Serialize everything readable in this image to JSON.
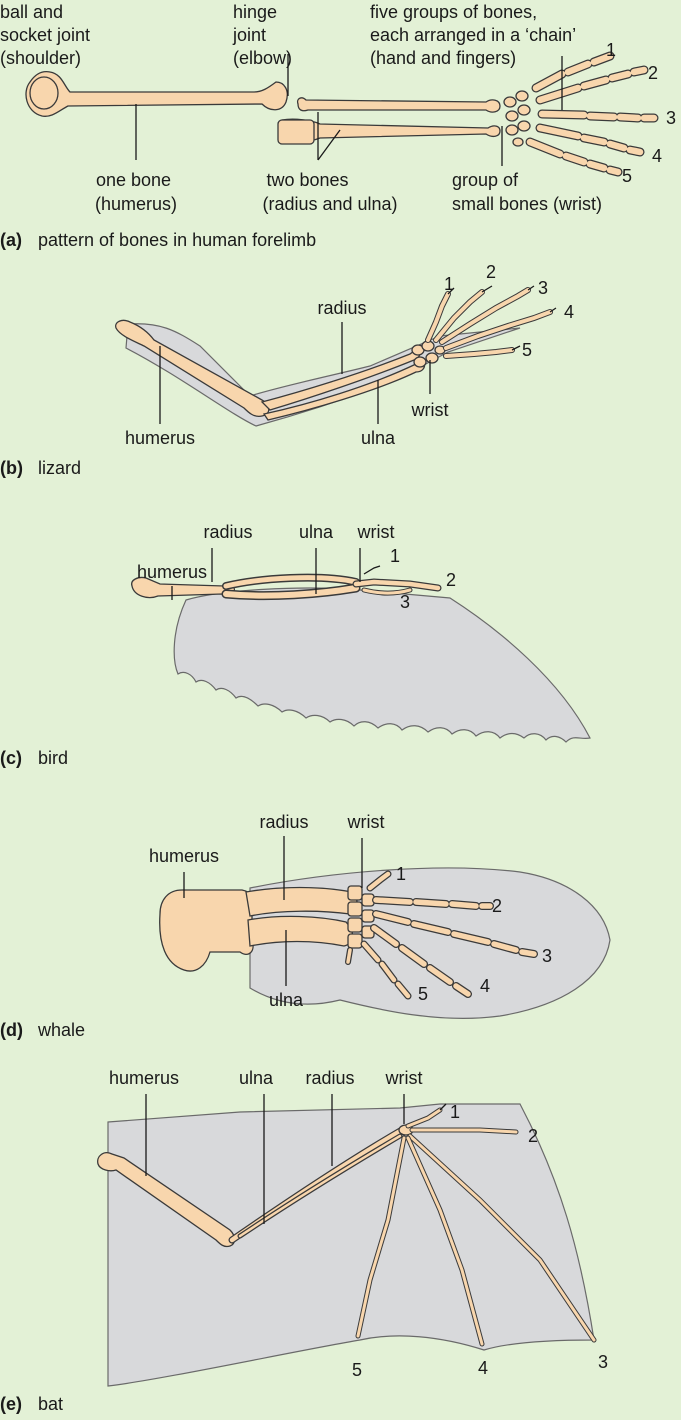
{
  "panel_a": {
    "label_ball_socket": [
      "ball and",
      "socket joint",
      "(shoulder)"
    ],
    "label_hinge": [
      "hinge",
      "joint",
      "(elbow)"
    ],
    "label_five_groups": [
      "five groups of bones,",
      "each arranged in a ‘chain’",
      "(hand and fingers)"
    ],
    "label_one_bone": [
      "one bone",
      "(humerus)"
    ],
    "label_two_bones": [
      "two bones",
      "(radius and ulna)"
    ],
    "label_wrist_group": [
      "group of",
      "small bones (wrist)"
    ],
    "digits": [
      "1",
      "2",
      "3",
      "4",
      "5"
    ],
    "caption_letter": "(a)",
    "caption_text": "pattern of bones in human forelimb"
  },
  "panel_b": {
    "radius": "radius",
    "humerus": "humerus",
    "ulna": "ulna",
    "wrist": "wrist",
    "digits": [
      "1",
      "2",
      "3",
      "4",
      "5"
    ],
    "caption_letter": "(b)",
    "caption_text": "lizard"
  },
  "panel_c": {
    "radius": "radius",
    "ulna": "ulna",
    "wrist": "wrist",
    "humerus": "humerus",
    "digits": [
      "1",
      "2",
      "3"
    ],
    "caption_letter": "(c)",
    "caption_text": "bird"
  },
  "panel_d": {
    "humerus": "humerus",
    "radius": "radius",
    "wrist": "wrist",
    "ulna": "ulna",
    "digits": [
      "1",
      "2",
      "3",
      "4",
      "5"
    ],
    "caption_letter": "(d)",
    "caption_text": "whale"
  },
  "panel_e": {
    "humerus": "humerus",
    "ulna": "ulna",
    "radius": "radius",
    "wrist": "wrist",
    "digits": [
      "1",
      "2",
      "3",
      "4",
      "5"
    ],
    "caption_letter": "(e)",
    "caption_text": "bat"
  },
  "colors": {
    "background": "#e3f1d6",
    "bone": "#f8d6ad",
    "skin": "#d8d9db"
  }
}
